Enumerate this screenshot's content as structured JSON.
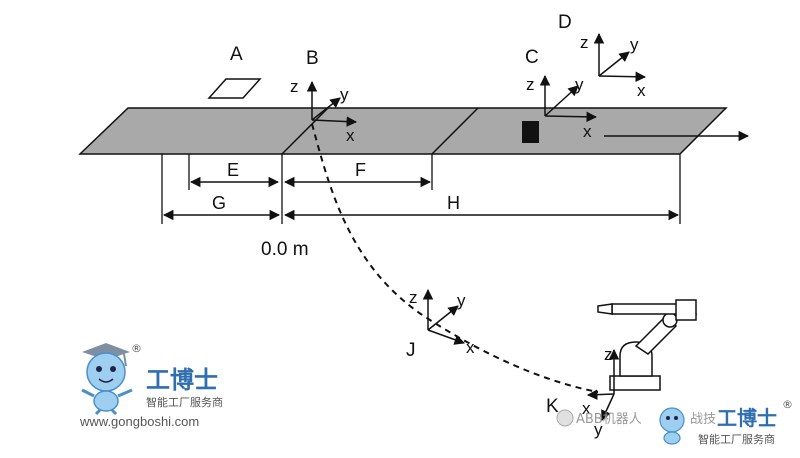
{
  "diagram": {
    "labels": {
      "A": "A",
      "B": "B",
      "C": "C",
      "D": "D",
      "E": "E",
      "F": "F",
      "G": "G",
      "H": "H",
      "J": "J",
      "K": "K"
    },
    "axes": {
      "x": "x",
      "y": "y",
      "z": "z"
    },
    "origin_label": "0.0 m"
  },
  "watermark": {
    "logo_text": "工博士",
    "subtitle": "智能工厂服务商",
    "url": "www.gongboshi.com",
    "registered": "®",
    "account": "ABB机器人",
    "account_suffix": "战技"
  },
  "colors": {
    "conveyor_fill": "#a9a9a9",
    "line": "#111111",
    "brand_blue": "#2f6fb0"
  }
}
